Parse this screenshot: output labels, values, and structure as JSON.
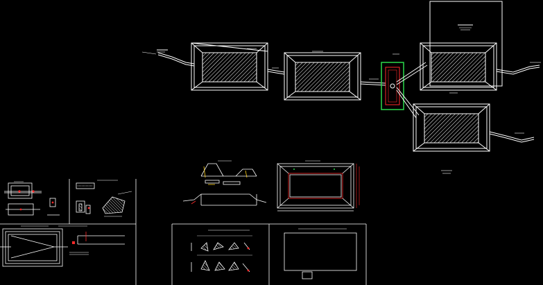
{
  "drawing": {
    "background": "#000000",
    "line_color": "#ffffff",
    "accent_red": "#ff2a2a",
    "accent_green": "#2bd94a",
    "accent_yellow": "#ffd21a"
  },
  "layers": {
    "top_plan": "pond-plan",
    "detail_left": "left-details",
    "section_center": "center-section",
    "schedule": "schedule-table"
  }
}
